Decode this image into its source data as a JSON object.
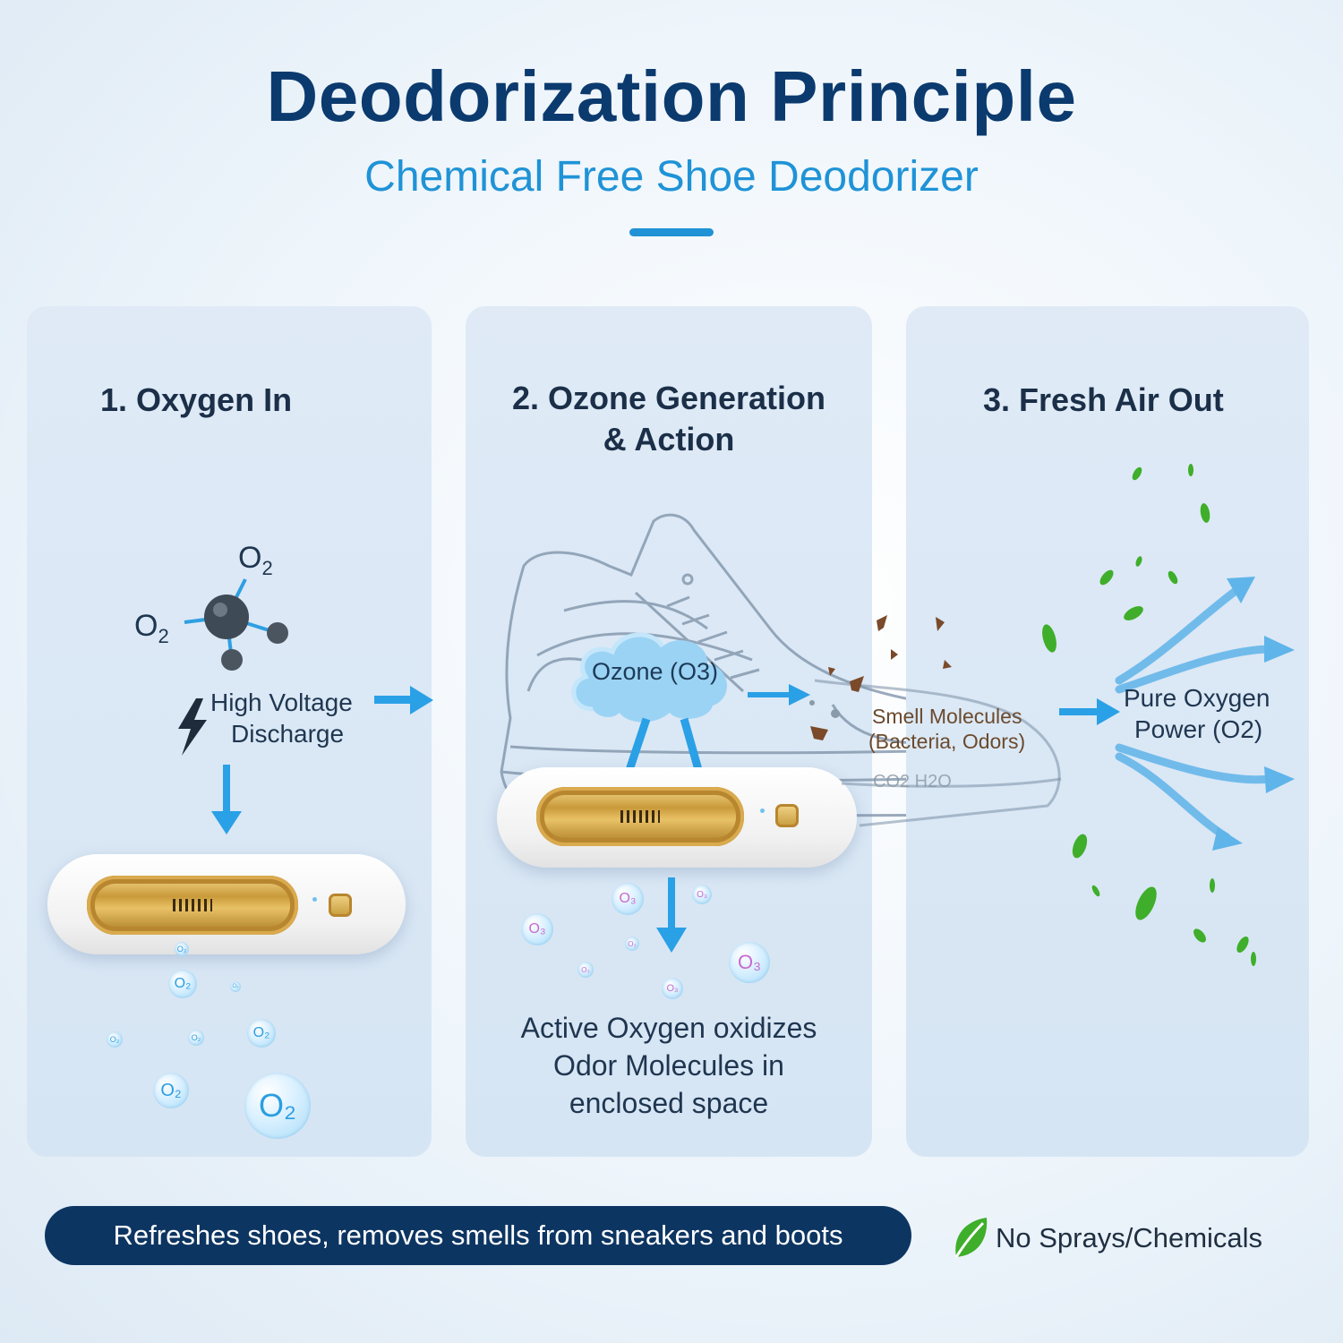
{
  "header": {
    "title": "Deodorization Principle",
    "subtitle": "Chemical Free Shoe Deodorizer",
    "accent_color": "#1f93d6",
    "title_color": "#0b3a6e"
  },
  "steps": [
    {
      "title": "1. Oxygen In",
      "molecule_labels": [
        "O2",
        "O2"
      ],
      "discharge_line1": "High Voltage",
      "discharge_line2": "Discharge",
      "icons": [
        "molecule-icon",
        "lightning-icon",
        "arrow-down-icon",
        "ozone-device",
        "o2-bubble-icon"
      ]
    },
    {
      "title_line1": "2. Ozone Generation",
      "title_line2": "& Action",
      "cloud_label": "Ozone (O3)",
      "smell_line1": "Smell Molecules",
      "smell_line2": "(Bacteria, Odors)",
      "exhaust_label": "CO2 H2O",
      "caption_line1": "Active Oxygen oxidizes",
      "caption_line2": "Odor Molecules in",
      "caption_line3": "enclosed space",
      "icons": [
        "shoe-outline-icon",
        "ozone-cloud-icon",
        "ozone-device",
        "arrow-down-icon"
      ]
    },
    {
      "title": "3. Fresh Air Out",
      "oxygen_line1": "Pure Oxygen",
      "oxygen_line2": "Power (O2)",
      "icons": [
        "airflow-arrows-icon",
        "leaf-icon"
      ]
    }
  ],
  "footer": {
    "pill_text": "Refreshes shoes, removes smells from sneakers and boots",
    "badge_text": "No Sprays/Chemicals",
    "pill_color": "#0d3562",
    "leaf_color": "#3fae2a"
  }
}
